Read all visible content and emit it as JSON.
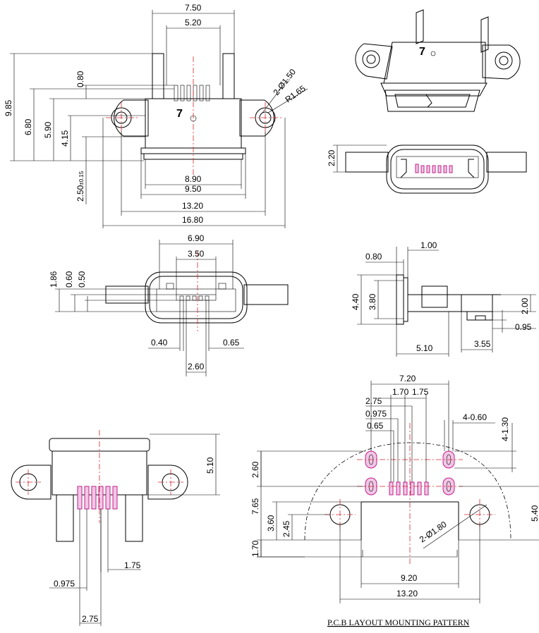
{
  "views": {
    "front": {
      "dims": {
        "w750": "7.50",
        "w520": "5.20",
        "h985": "9.85",
        "h680": "6.80",
        "h590": "5.90",
        "h415": "4.15",
        "h080": "0.80",
        "h250": "2.50",
        "tol": "±0.15",
        "hole": "2-Ø1.50",
        "radius": "R1.65",
        "w890": "8.90",
        "w950": "9.50",
        "w1320": "13.20",
        "w1680": "16.80"
      },
      "mark": "7"
    },
    "iso": {
      "mark": "7"
    },
    "top": {
      "dims": {
        "h220": "2.20"
      }
    },
    "mouth": {
      "dims": {
        "w690": "6.90",
        "w350": "3.50",
        "h186": "1.86",
        "h060": "0.60",
        "h050": "0.50",
        "w040": "0.40",
        "w065": "0.65",
        "w260": "2.60"
      }
    },
    "side": {
      "dims": {
        "w080": "0.80",
        "w100": "1.00",
        "h440": "4.40",
        "h380": "3.80",
        "h200": "2.00",
        "h095": "0.95",
        "w510": "5.10",
        "w355": "3.55"
      }
    },
    "bottom": {
      "dims": {
        "h510": "5.10",
        "w175": "1.75",
        "w0975": "0.975",
        "w275": "2.75"
      }
    },
    "pcb": {
      "dims": {
        "w720": "7.20",
        "w170": "1.70",
        "w175": "1.75",
        "w275": "2.75",
        "w0975": "0.975",
        "w065": "0.65",
        "slot": "4-0.60",
        "slot_h": "4-1.30",
        "h260": "2.60",
        "h765": "7.65",
        "h360": "3.60",
        "h245": "2.45",
        "h170": "1.70",
        "h540": "5.40",
        "hole": "2-Ø1.80",
        "w920": "9.20",
        "w1320": "13.20"
      },
      "caption": "P.C.B LAYOUT MOUNTING PATTERN"
    }
  }
}
